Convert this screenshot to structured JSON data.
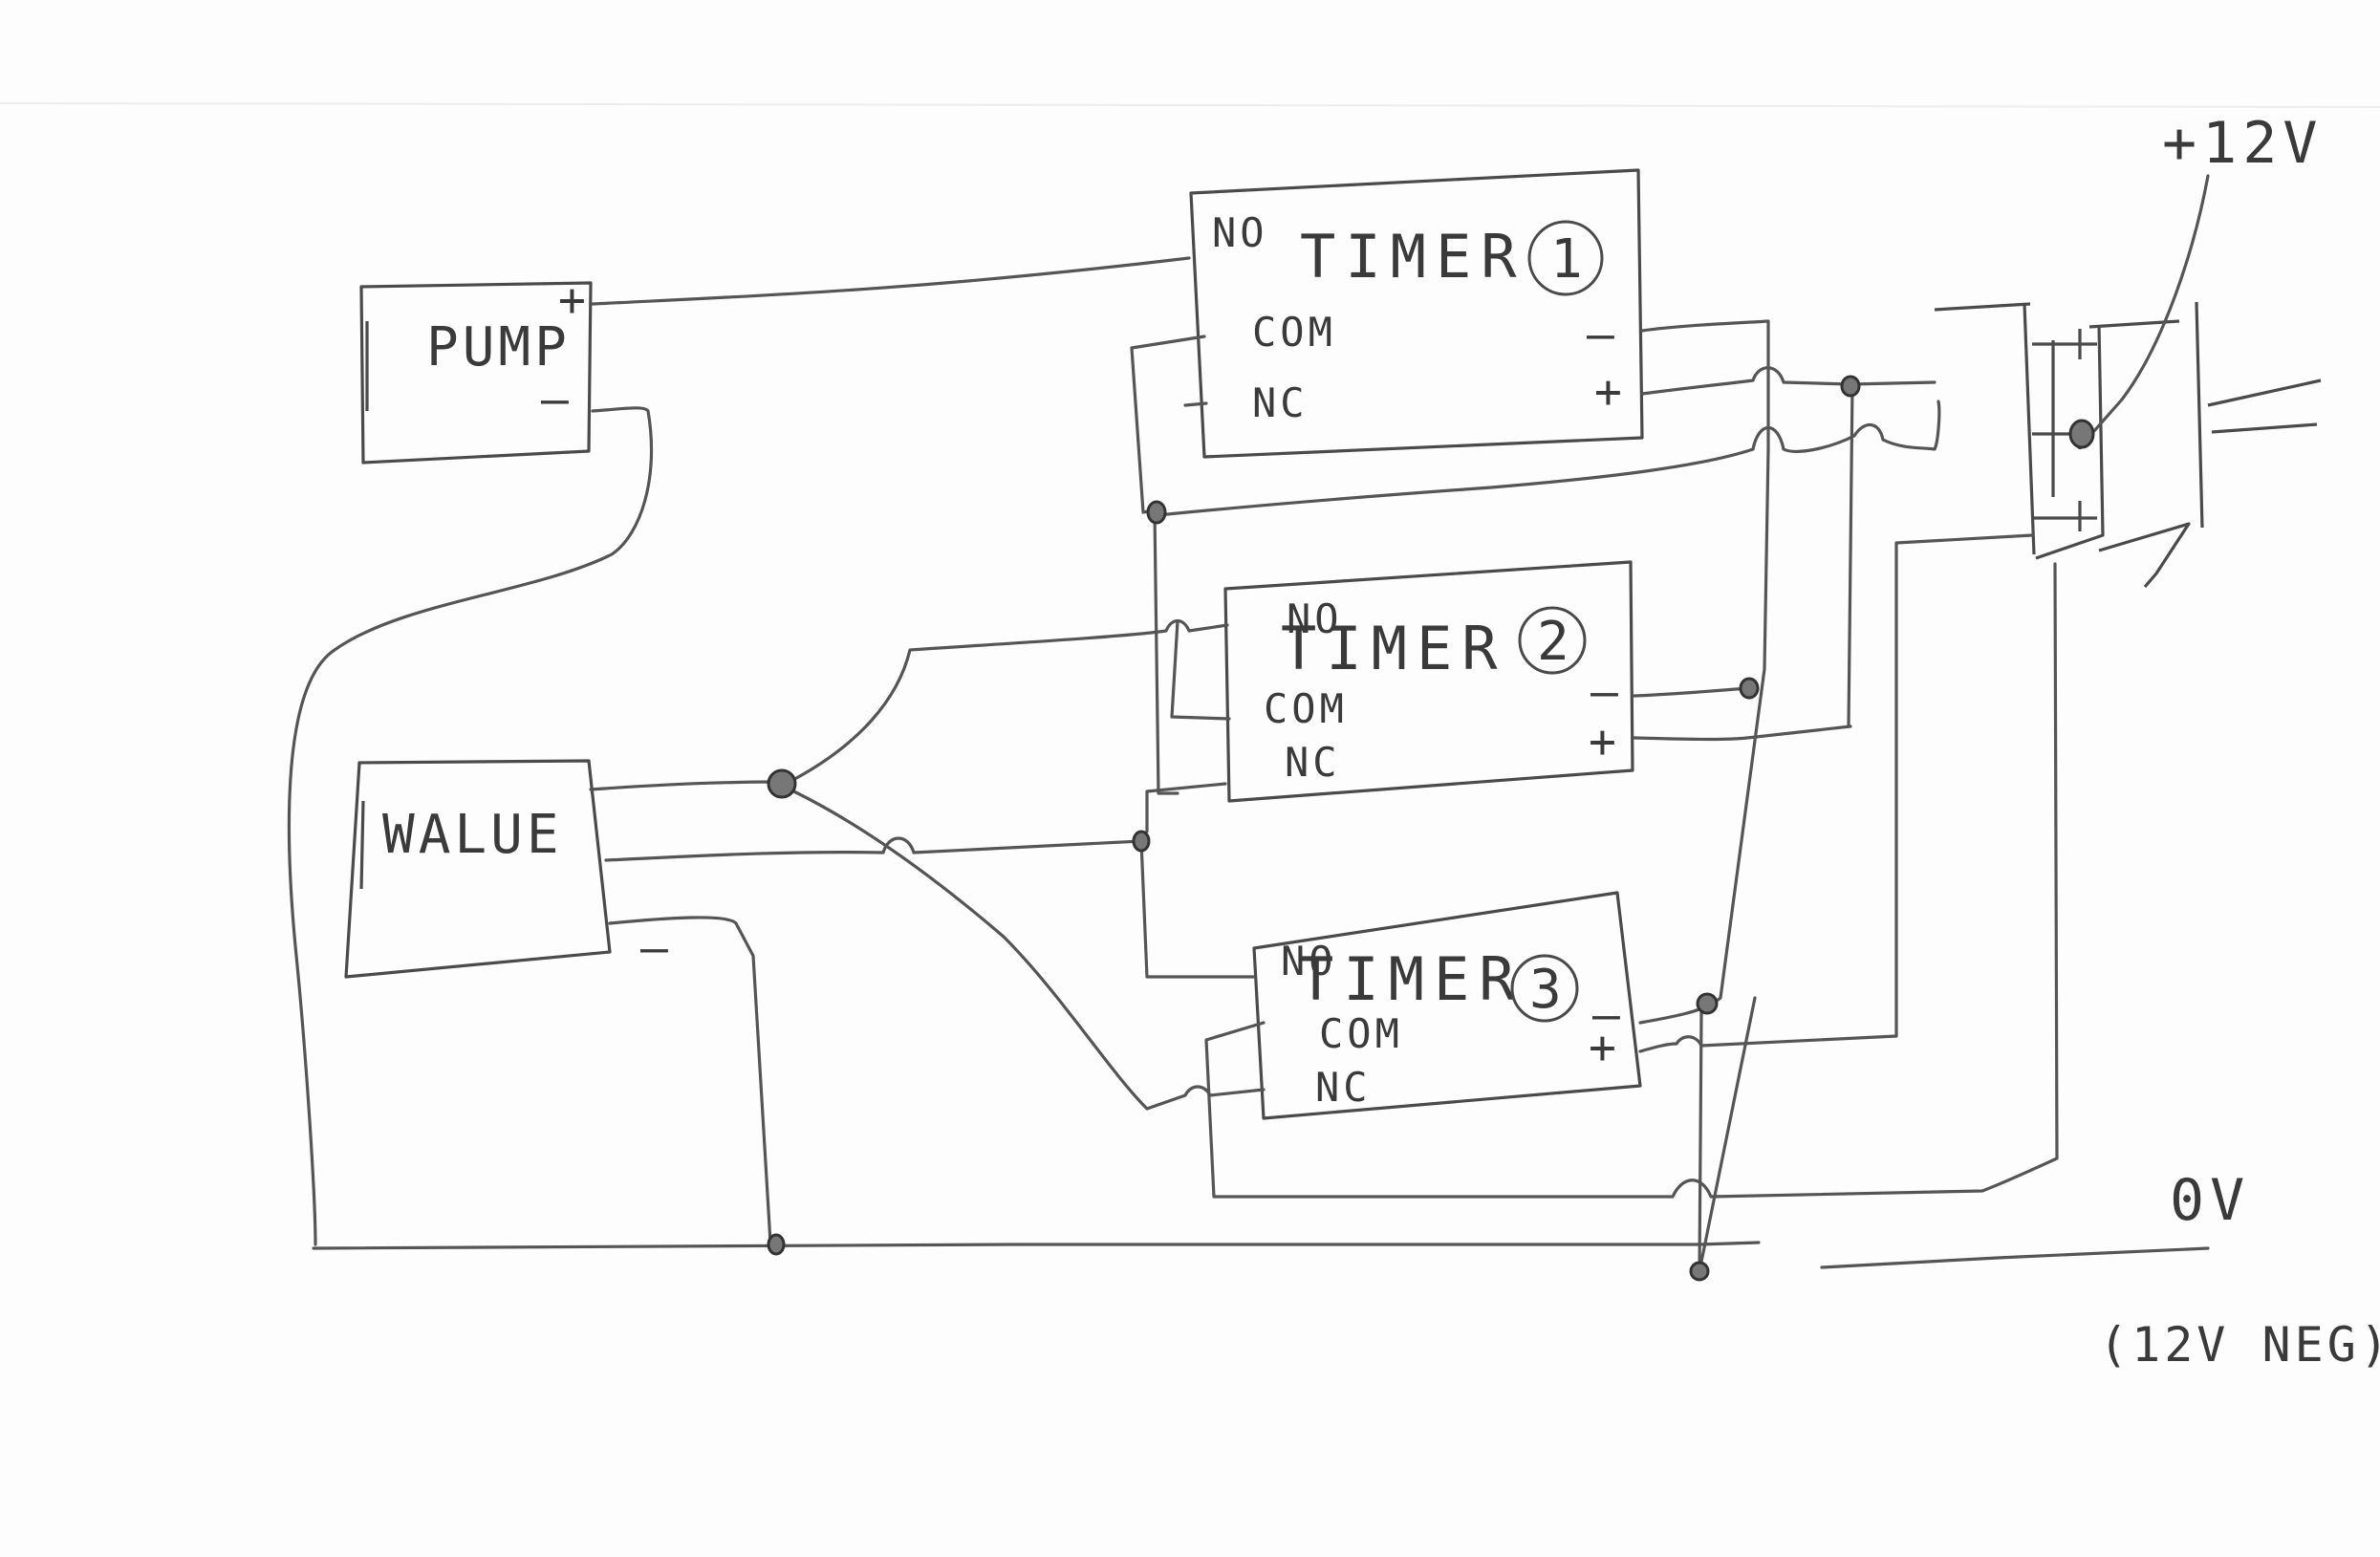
{
  "devices": {
    "pump": {
      "label": "PUMP",
      "plus": "+",
      "minus": "—"
    },
    "valve": {
      "label": "WALUE",
      "minus": "—"
    }
  },
  "timers": [
    {
      "title": "TIMER",
      "number": "1",
      "no": "NO",
      "com": "COM",
      "nc": "NC",
      "minus": "—",
      "plus": "+"
    },
    {
      "title": "TIMER",
      "number": "2",
      "no": "NO",
      "com": "COM",
      "nc": "NC",
      "minus": "—",
      "plus": "+"
    },
    {
      "title": "TIMER",
      "number": "3",
      "no": "NO",
      "com": "COM",
      "nc": "NC",
      "minus": "—",
      "plus": "+"
    }
  ],
  "supply": {
    "positive": "+12V",
    "ground": "0V",
    "ground_note": "(12V NEG)"
  }
}
